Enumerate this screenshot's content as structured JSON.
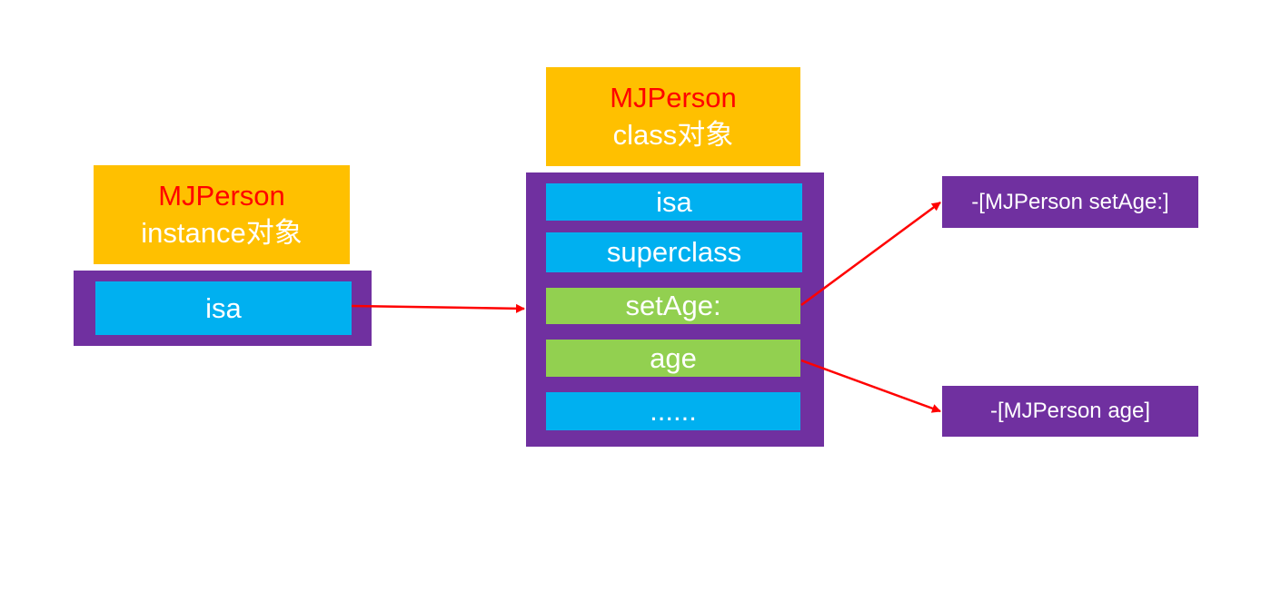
{
  "instance": {
    "class_name": "MJPerson",
    "kind": "instance对象",
    "rows": [
      {
        "label": "isa",
        "color": "#00b0f0"
      }
    ]
  },
  "class_object": {
    "class_name": "MJPerson",
    "kind": "class对象",
    "rows": [
      {
        "label": "isa",
        "color": "#00b0f0"
      },
      {
        "label": "superclass",
        "color": "#00b0f0"
      },
      {
        "label": "setAge:",
        "color": "#92d050"
      },
      {
        "label": "age",
        "color": "#92d050"
      },
      {
        "label": "......",
        "color": "#00b0f0"
      }
    ]
  },
  "methods": [
    {
      "label": "-[MJPerson setAge:]"
    },
    {
      "label": "-[MJPerson age]"
    }
  ],
  "colors": {
    "header_bg": "#ffc000",
    "class_name_text": "#ff0000",
    "frame": "#7030a0",
    "arrow": "#ff0000"
  }
}
